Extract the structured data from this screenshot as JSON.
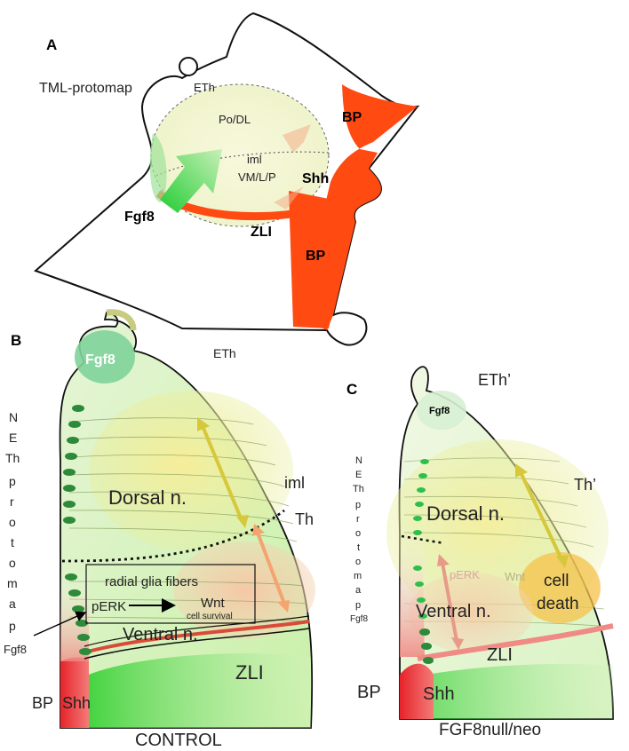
{
  "colors": {
    "bp": "#ff4a12",
    "green": "#33cc44",
    "yellow": "#f5e24a",
    "salmon": "#f4a57a",
    "pale": "#f2f6d6"
  },
  "panelA": {
    "panel_letter": "A",
    "title": "TML-protomap",
    "eth_top": "ETh",
    "eth_bottom": "ETh",
    "po_dl": "Po/DL",
    "iml": "iml",
    "vmlp": "VM/L/P",
    "shh": "Shh",
    "fgf8": "Fgf8",
    "zli": "ZLI",
    "bp_top": "BP",
    "bp_bottom": "BP"
  },
  "panelB": {
    "panel_letter": "B",
    "fgf8_top": "Fgf8",
    "protomap_letters": [
      "N",
      "E",
      "Th",
      "p",
      "r",
      "o",
      "t",
      "o",
      "m",
      "a",
      "p"
    ],
    "dorsal": "Dorsal n.",
    "iml": "iml",
    "th": "Th",
    "radial": "radial glia fibers",
    "perk": "pERK",
    "wnt": "Wnt",
    "survival": "cell survival",
    "ventral": "Ventral n.",
    "fgf8_side": "Fgf8",
    "zli": "ZLI",
    "bp": "BP",
    "shh": "Shh",
    "caption": "CONTROL"
  },
  "panelC": {
    "panel_letter": "C",
    "eth": "ETh’",
    "fgf8_top": "Fgf8",
    "protomap_letters": [
      "N",
      "E",
      "Th",
      "p",
      "r",
      "o",
      "t",
      "o",
      "m",
      "a",
      "p"
    ],
    "fgf8_side": "Fgf8",
    "th": "Th’",
    "dorsal": "Dorsal n.",
    "perk": "pERK",
    "wnt": "Wnt",
    "cell": "cell",
    "death": "death",
    "ventral": "Ventral n.",
    "zli": "ZLI",
    "bp": "BP",
    "shh": "Shh",
    "caption": "FGF8null/neo"
  }
}
